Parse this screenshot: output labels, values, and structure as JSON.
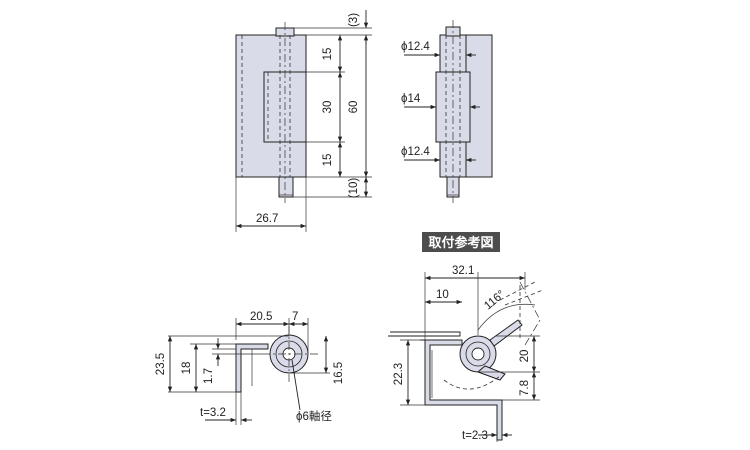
{
  "front_view": {
    "dim_top_gap": "(3)",
    "dim_upper_knuckle": "15",
    "dim_middle_knuckle": "30",
    "dim_lower_knuckle": "15",
    "dim_total_height": "60",
    "dim_pin_protrusion": "(10)",
    "dim_width": "26.7"
  },
  "side_view": {
    "diameter_upper": "ϕ12.4",
    "diameter_middle": "ϕ14",
    "diameter_lower": "ϕ12.4"
  },
  "installation_badge": "取付参考図",
  "bottom_left_view": {
    "dim_overall_height": "23.5",
    "dim_18": "18",
    "dim_1_7": "1.7",
    "dim_16_5": "16.5",
    "dim_20_5": "20.5",
    "dim_7": "7",
    "dim_thickness": "t=3.2",
    "dim_shaft": "ϕ6軸径"
  },
  "installation_view": {
    "dim_32_1": "32.1",
    "dim_10": "10",
    "dim_angle": "116°",
    "dim_20": "20",
    "dim_7_8": "7.8",
    "dim_22_3": "22.3",
    "dim_thickness": "t=2.3"
  }
}
